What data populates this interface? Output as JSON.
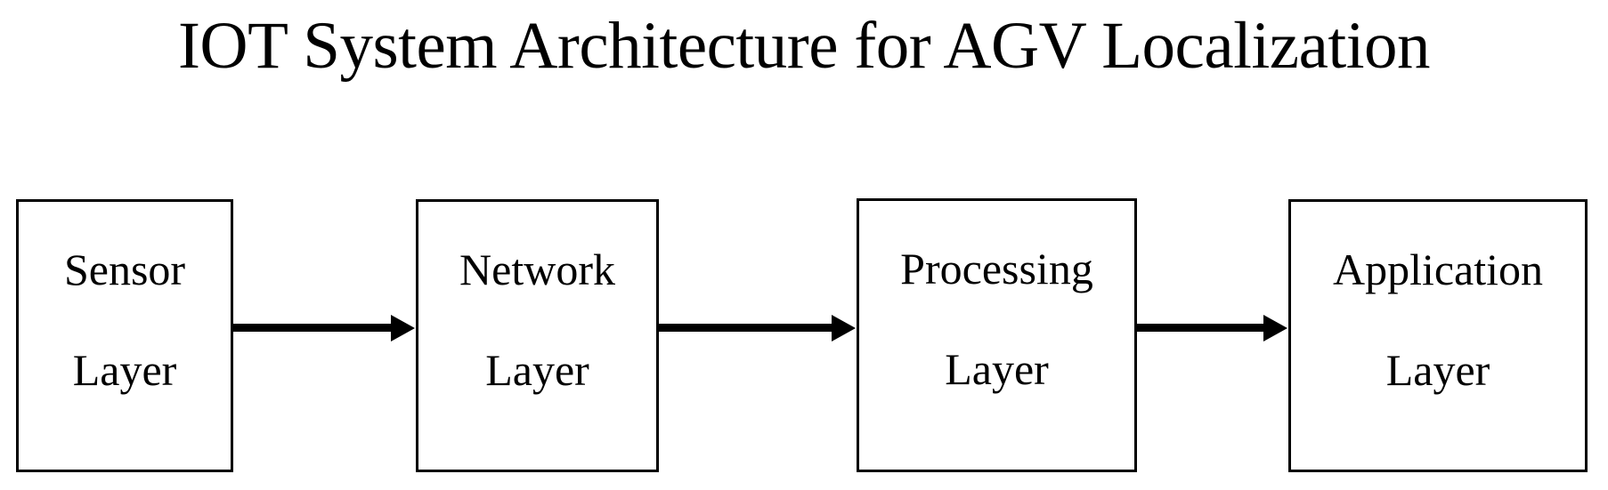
{
  "title": "IOT System Architecture for AGV Localization",
  "diagram": {
    "type": "flow",
    "direction": "left-to-right",
    "layers": [
      {
        "id": "sensor",
        "line1": "Sensor",
        "line2": "Layer"
      },
      {
        "id": "network",
        "line1": "Network",
        "line2": "Layer"
      },
      {
        "id": "processing",
        "line1": "Processing",
        "line2": "Layer"
      },
      {
        "id": "application",
        "line1": "Application",
        "line2": "Layer"
      }
    ],
    "connections": [
      {
        "from": "Sensor Layer",
        "to": "Network Layer",
        "style": "solid-arrow"
      },
      {
        "from": "Network Layer",
        "to": "Processing Layer",
        "style": "solid-arrow"
      },
      {
        "from": "Processing Layer",
        "to": "Application Layer",
        "style": "solid-arrow"
      }
    ],
    "colors": {
      "foreground": "#000000",
      "background": "#ffffff"
    }
  }
}
